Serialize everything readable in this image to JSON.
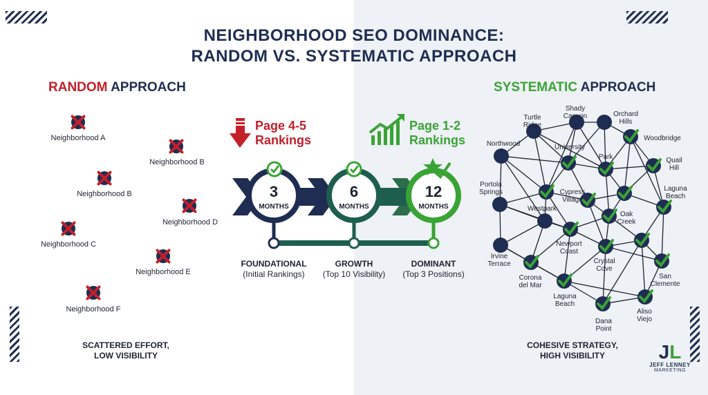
{
  "title": {
    "line1": "NEIGHBORHOOD SEO DOMINANCE:",
    "line2": "RANDOM VS. SYSTEMATIC APPROACH"
  },
  "random": {
    "heading_accent": "RANDOM",
    "heading_rest": " APPROACH",
    "neighborhoods": [
      "Neighborhood A",
      "Neighborhood B",
      "Neighborhood B",
      "Neighborhood D",
      "Neighborhood C",
      "Neighborhood E",
      "Neighborhood F"
    ],
    "caption_line1": "SCATTERED EFFORT,",
    "caption_line2": "LOW VISIBILITY"
  },
  "systematic": {
    "heading_accent": "SYSTEMATIC",
    "heading_rest": " APPROACH",
    "caption_line1": "COHESIVE STRATEGY,",
    "caption_line2": "HIGH VISIBILITY",
    "network_labels": [
      "Shady Canyon",
      "Orchard Hills",
      "Turtle Ridge",
      "Woodbridge",
      "Northwood",
      "University",
      "Park",
      "Quail Hill",
      "Portola Springs",
      "Cypress Village",
      "Laguna Beach",
      "Westpark",
      "Oak Creek",
      "Newport Coast",
      "Irvine Terrace",
      "Crystal Cove",
      "San Clemente",
      "Corona del Mar",
      "Laguna Beach",
      "Aliso Viejo",
      "Dana Point"
    ]
  },
  "timeline": {
    "before": {
      "line1": "Page 4-5",
      "line2": "Rankings",
      "color": "#c3202a",
      "icon": "down-arrow-icon"
    },
    "after": {
      "line1": "Page 1-2",
      "line2": "Rankings",
      "color": "#3aa335",
      "icon": "growth-chart-icon"
    },
    "stages": [
      {
        "months": "3",
        "unit": "MONTHS",
        "name": "FOUNDATIONAL",
        "detail": "(Initial Rankings)",
        "color": "#1f2d52",
        "icon": "check-icon"
      },
      {
        "months": "6",
        "unit": "MONTHS",
        "name": "GROWTH",
        "detail": "(Top 10 Visibility)",
        "color": "#1e5e4e",
        "icon": "check-icon"
      },
      {
        "months": "12",
        "unit": "MONTHS",
        "name": "DOMINANT",
        "detail": "(Top 3 Positions)",
        "color": "#3aa335",
        "icon": "star-check-icon"
      }
    ]
  },
  "logo": {
    "mark_j": "J",
    "mark_l": "L",
    "name": "JEFF LENNEY",
    "sub": "MARKETING"
  }
}
